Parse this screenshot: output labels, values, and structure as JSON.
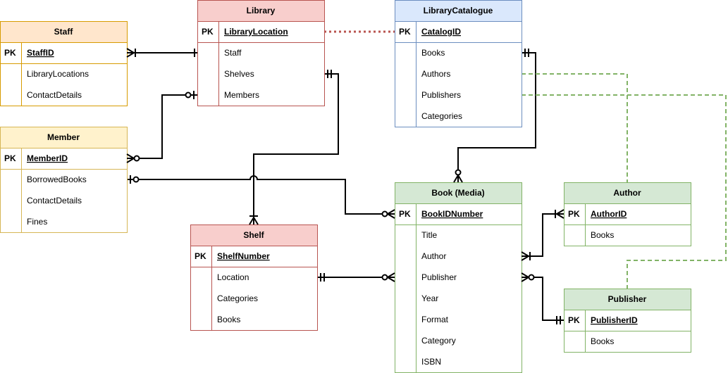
{
  "colors": {
    "orange": {
      "fill": "#ffe6cc",
      "stroke": "#d79b00"
    },
    "yellow": {
      "fill": "#fff2cc",
      "stroke": "#d6b656"
    },
    "red": {
      "fill": "#f8cecc",
      "stroke": "#b85450"
    },
    "blue": {
      "fill": "#dae8fc",
      "stroke": "#6c8ebf"
    },
    "green": {
      "fill": "#d5e8d4",
      "stroke": "#82b366"
    },
    "line": "#000000",
    "dotted_red": "#b85450",
    "dashed_green": "#82b366"
  },
  "entities": [
    {
      "id": "staff",
      "color": "orange",
      "title": "Staff",
      "pk": {
        "label": "PK",
        "field": "StaffID"
      },
      "fields": [
        "LibraryLocations",
        "ContactDetails"
      ]
    },
    {
      "id": "member",
      "color": "yellow",
      "title": "Member",
      "pk": {
        "label": "PK",
        "field": "MemberID"
      },
      "fields": [
        "BorrowedBooks",
        "ContactDetails",
        "Fines"
      ]
    },
    {
      "id": "library",
      "color": "red",
      "title": "Library",
      "pk": {
        "label": "PK",
        "field": "LibraryLocation"
      },
      "fields": [
        "Staff",
        "Shelves",
        "Members"
      ]
    },
    {
      "id": "shelf",
      "color": "red",
      "title": "Shelf",
      "pk": {
        "label": "PK",
        "field": "ShelfNumber"
      },
      "fields": [
        "Location",
        "Categories",
        "Books"
      ]
    },
    {
      "id": "catalogue",
      "color": "blue",
      "title": "LibraryCatalogue",
      "pk": {
        "label": "PK",
        "field": "CatalogID"
      },
      "fields": [
        "Books",
        "Authors",
        "Publishers",
        "Categories"
      ]
    },
    {
      "id": "book",
      "color": "green",
      "title": "Book (Media)",
      "pk": {
        "label": "PK",
        "field": "BookIDNumber"
      },
      "fields": [
        "Title",
        "Author",
        "Publisher",
        "Year",
        "Format",
        "Category",
        "ISBN"
      ]
    },
    {
      "id": "author",
      "color": "green",
      "title": "Author",
      "pk": {
        "label": "PK",
        "field": "AuthorID"
      },
      "fields": [
        "Books"
      ]
    },
    {
      "id": "publisher",
      "color": "green",
      "title": "Publisher",
      "pk": {
        "label": "PK",
        "field": "PublisherID"
      },
      "fields": [
        "Books"
      ]
    }
  ],
  "relationships": [
    {
      "from": "staff.pk",
      "to": "library.fields.0",
      "from_end": "one-or-many",
      "to_end": "one"
    },
    {
      "from": "member.pk",
      "to": "library.fields.2",
      "from_end": "zero-or-many",
      "to_end": "zero-or-one"
    },
    {
      "from": "library.fields.1",
      "to": "shelf.top",
      "from_end": "exactly-one",
      "to_end": "one-or-many"
    },
    {
      "from": "member.fields.0",
      "to": "book.pk",
      "from_end": "zero-or-one",
      "to_end": "zero-or-many"
    },
    {
      "from": "catalogue.fields.0",
      "to": "book.top",
      "from_end": "exactly-one",
      "to_end": "zero-or-many"
    },
    {
      "from": "shelf.fields.0",
      "to": "book.fields.2",
      "from_end": "exactly-one",
      "to_end": "zero-or-many"
    },
    {
      "from": "book.fields.1",
      "to": "author.pk",
      "from_end": "one-or-many",
      "to_end": "one-or-many"
    },
    {
      "from": "book.fields.2",
      "to": "publisher.pk",
      "from_end": "zero-or-many",
      "to_end": "exactly-one"
    },
    {
      "from": "library.pk",
      "to": "catalogue.pk",
      "style": "dotted"
    },
    {
      "from": "catalogue.fields.1",
      "to": "author.top",
      "style": "dashed"
    },
    {
      "from": "catalogue.fields.2",
      "to": "publisher.top",
      "style": "dashed"
    }
  ]
}
